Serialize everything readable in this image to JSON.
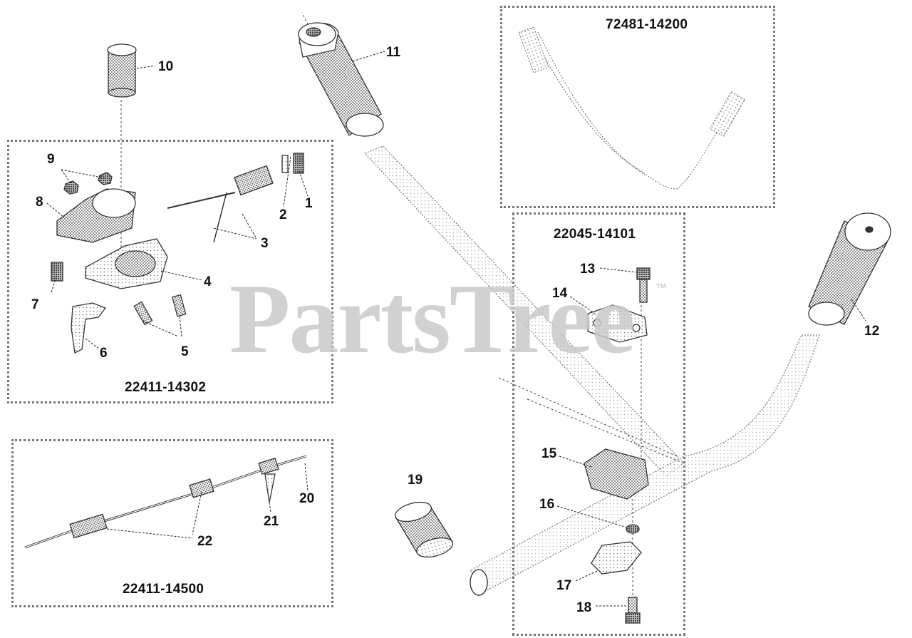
{
  "watermark": {
    "text": "PartsTree",
    "tm": "™"
  },
  "kits": {
    "k72481": "72481-14200",
    "k22045": "22045-14101",
    "k22411_14302": "22411-14302",
    "k22411_14500": "22411-14500"
  },
  "callouts": {
    "c1": "1",
    "c2": "2",
    "c3": "3",
    "c4": "4",
    "c5": "5",
    "c6": "6",
    "c7": "7",
    "c8": "8",
    "c9": "9",
    "c10": "10",
    "c11": "11",
    "c12": "12",
    "c13": "13",
    "c14": "14",
    "c15": "15",
    "c16": "16",
    "c17": "17",
    "c18": "18",
    "c19": "19",
    "c20": "20",
    "c21": "21",
    "c22": "22"
  },
  "colors": {
    "line": "#222222",
    "stipple": "#555555",
    "box": "#777777",
    "watermark": "#c9c9c9"
  }
}
